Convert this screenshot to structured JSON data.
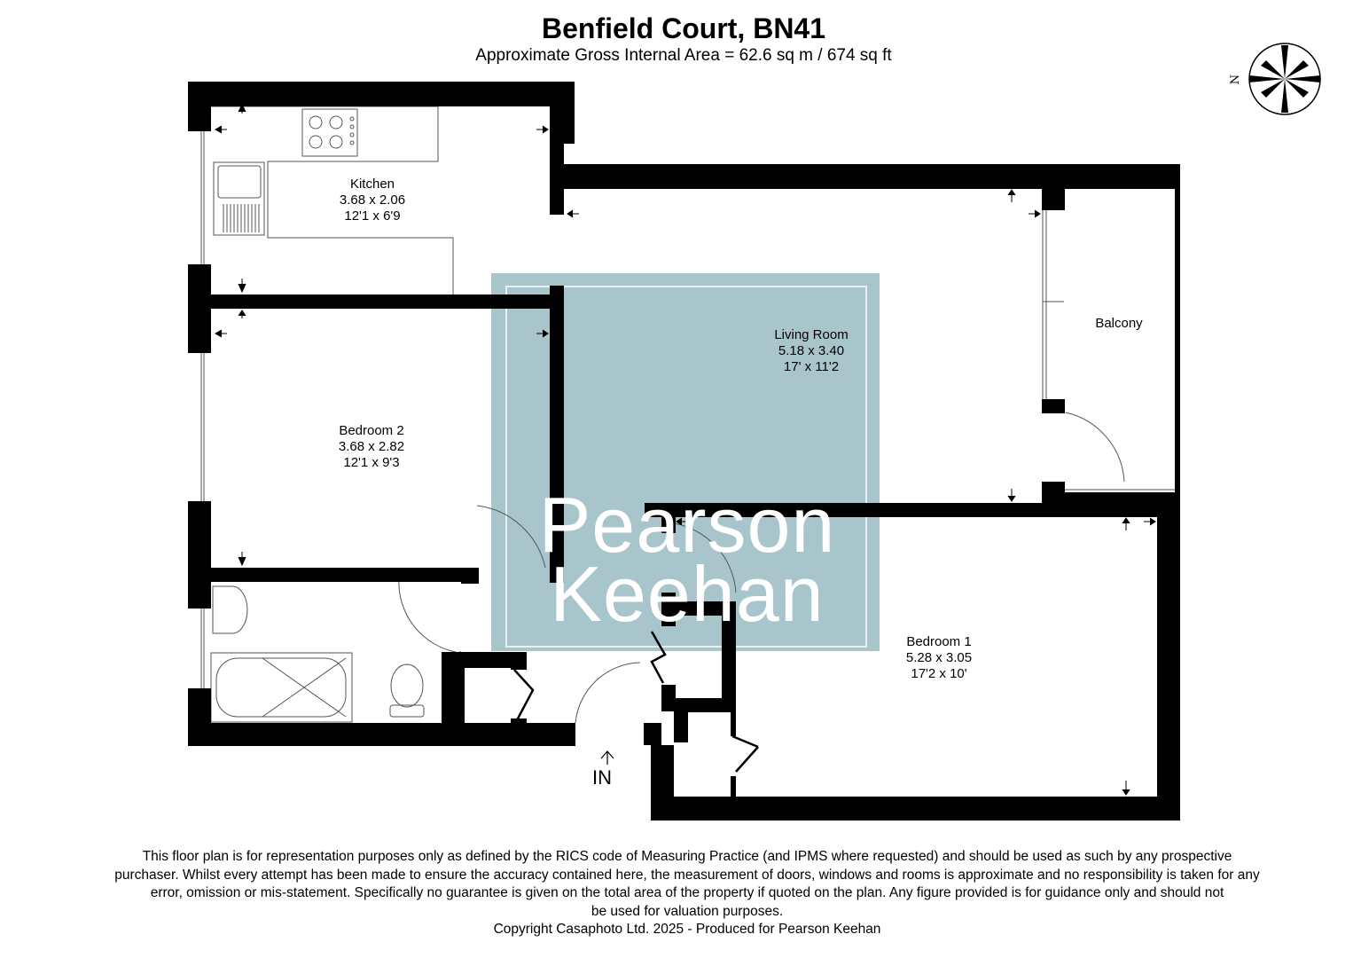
{
  "header": {
    "title": "Benfield Court, BN41",
    "subtitle": "Approximate Gross Internal Area = 62.6 sq m / 674 sq ft"
  },
  "compass": {
    "label": "N"
  },
  "rooms": {
    "kitchen": {
      "name": "Kitchen",
      "metric": "3.68 x 2.06",
      "imperial": "12'1 x 6'9"
    },
    "living": {
      "name": "Living Room",
      "metric": "5.18 x 3.40",
      "imperial": "17' x 11'2"
    },
    "balcony": {
      "name": "Balcony"
    },
    "bedroom2": {
      "name": "Bedroom 2",
      "metric": "3.68 x 2.82",
      "imperial": "12'1 x 9'3"
    },
    "bedroom1": {
      "name": "Bedroom 1",
      "metric": "5.28 x 3.05",
      "imperial": "17'2 x 10'"
    }
  },
  "entrance": {
    "label": "IN"
  },
  "watermark": {
    "line1": "Pearson",
    "line2": "Keehan",
    "color": "#a8c5cb"
  },
  "footer": {
    "line1": "This floor plan is for representation purposes only as defined by the RICS code of Measuring Practice (and IPMS where requested) and should be used as such by any prospective",
    "line2": "purchaser. Whilst every attempt has been made to ensure the accuracy contained here, the measurement of doors, windows and rooms is approximate and no responsibility is taken for any",
    "line3": "error, omission or mis-statement. Specifically no guarantee is given on the total area of the property if quoted on the plan. Any figure provided is for guidance only and should not",
    "line4": "be used for valuation purposes.",
    "copyright": "Copyright Casaphoto Ltd. 2025 - Produced for Pearson Keehan"
  }
}
